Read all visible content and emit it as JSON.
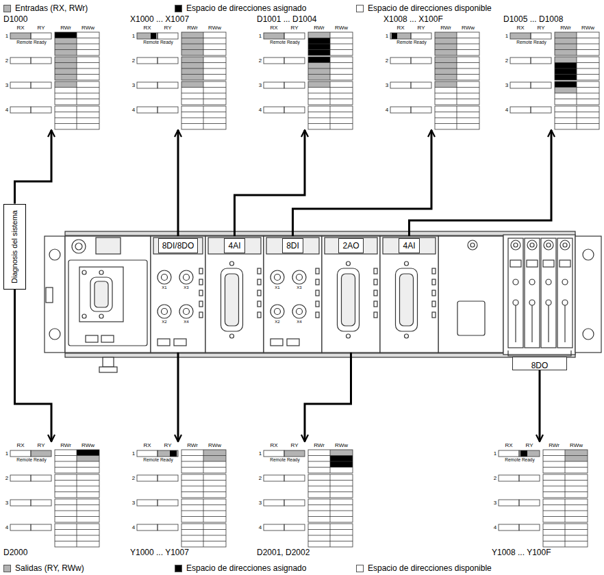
{
  "diagram": {
    "nodes": [
      {
        "text": [
          "D1000",
          "RX",
          "RY",
          "RWr",
          "RWw",
          "1",
          "Remote Ready",
          "2",
          "3",
          "4"
        ]
      },
      {
        "text": [
          "X1000 ... X1007",
          "RX",
          "RY",
          "RWr",
          "RWw",
          "1",
          "Remote Ready",
          "2",
          "3",
          "4"
        ]
      },
      {
        "text": [
          "D1001 ... D1004",
          "RX",
          "RY",
          "RWr",
          "RWw",
          "1",
          "Remote Ready",
          "2",
          "3",
          "4"
        ]
      },
      {
        "text": [
          "X1008 ... X100F",
          "RX",
          "RY",
          "RWr",
          "RWw",
          "1",
          "Remote Ready",
          "2",
          "3",
          "4"
        ]
      },
      {
        "text": [
          "D1005 ... D1008",
          "RX",
          "RY",
          "RWr",
          "RWw",
          "1",
          "Remote Ready",
          "2",
          "3",
          "4"
        ]
      },
      {
        "text": [
          "Diagnosis del sistema"
        ]
      },
      {
        "text": [
          "8DI/8DO"
        ]
      },
      {
        "text": [
          "4AI"
        ]
      },
      {
        "text": [
          "8DI"
        ]
      },
      {
        "text": [
          "2AO"
        ]
      },
      {
        "text": [
          "4AI"
        ]
      },
      {
        "text": [
          "8DO"
        ]
      },
      {
        "text": [
          "D2000",
          "RX",
          "RY",
          "RWr",
          "RWw",
          "1",
          "Remote Ready",
          "2",
          "3",
          "4"
        ]
      },
      {
        "text": [
          "Y1000 ... Y1007",
          "RX",
          "RY",
          "RWr",
          "RWw",
          "1",
          "Remote Ready",
          "2",
          "3",
          "4"
        ]
      },
      {
        "text": [
          "D2001, D2002",
          "RX",
          "RY",
          "RWr",
          "RWw",
          "1",
          "Remote Ready",
          "2",
          "3",
          "4"
        ]
      },
      {
        "text": [
          "Y1008 ... Y100F",
          "RX",
          "RY",
          "RWr",
          "RWw",
          "1",
          "Remote Ready",
          "2",
          "3",
          "4"
        ]
      }
    ],
    "edges": [
      {
        "from": 5,
        "to": 0,
        "arrow": "to"
      },
      {
        "from": 6,
        "to": 1,
        "arrow": "to"
      },
      {
        "from": 7,
        "to": 2,
        "arrow": "to"
      },
      {
        "from": 8,
        "to": 3,
        "arrow": "to"
      },
      {
        "from": 10,
        "to": 4,
        "arrow": "to"
      },
      {
        "from": 5,
        "to": 12,
        "arrow": "to"
      },
      {
        "from": 6,
        "to": 13,
        "arrow": "to"
      },
      {
        "from": 9,
        "to": 14,
        "arrow": "to"
      },
      {
        "from": 11,
        "to": 15,
        "arrow": "to"
      }
    ],
    "labels": [
      "X1",
      "X3",
      "X2",
      "X4",
      "X1",
      "X3",
      "X2",
      "X4"
    ],
    "legend": [
      {
        "text": "Entradas (RX, RWr)",
        "color": "#b3b3b3"
      },
      {
        "text": "Espacio de direcciones asignado",
        "color": "#000000"
      },
      {
        "text": "Espacio de direcciones disponible",
        "color": "#ffffff"
      },
      {
        "text": "Salidas (RY, RWw)",
        "color": "#b3b3b3"
      },
      {
        "text": "Espacio de direcciones asignado",
        "color": "#000000"
      },
      {
        "text": "Espacio de direcciones disponible",
        "color": "#ffffff"
      }
    ]
  }
}
